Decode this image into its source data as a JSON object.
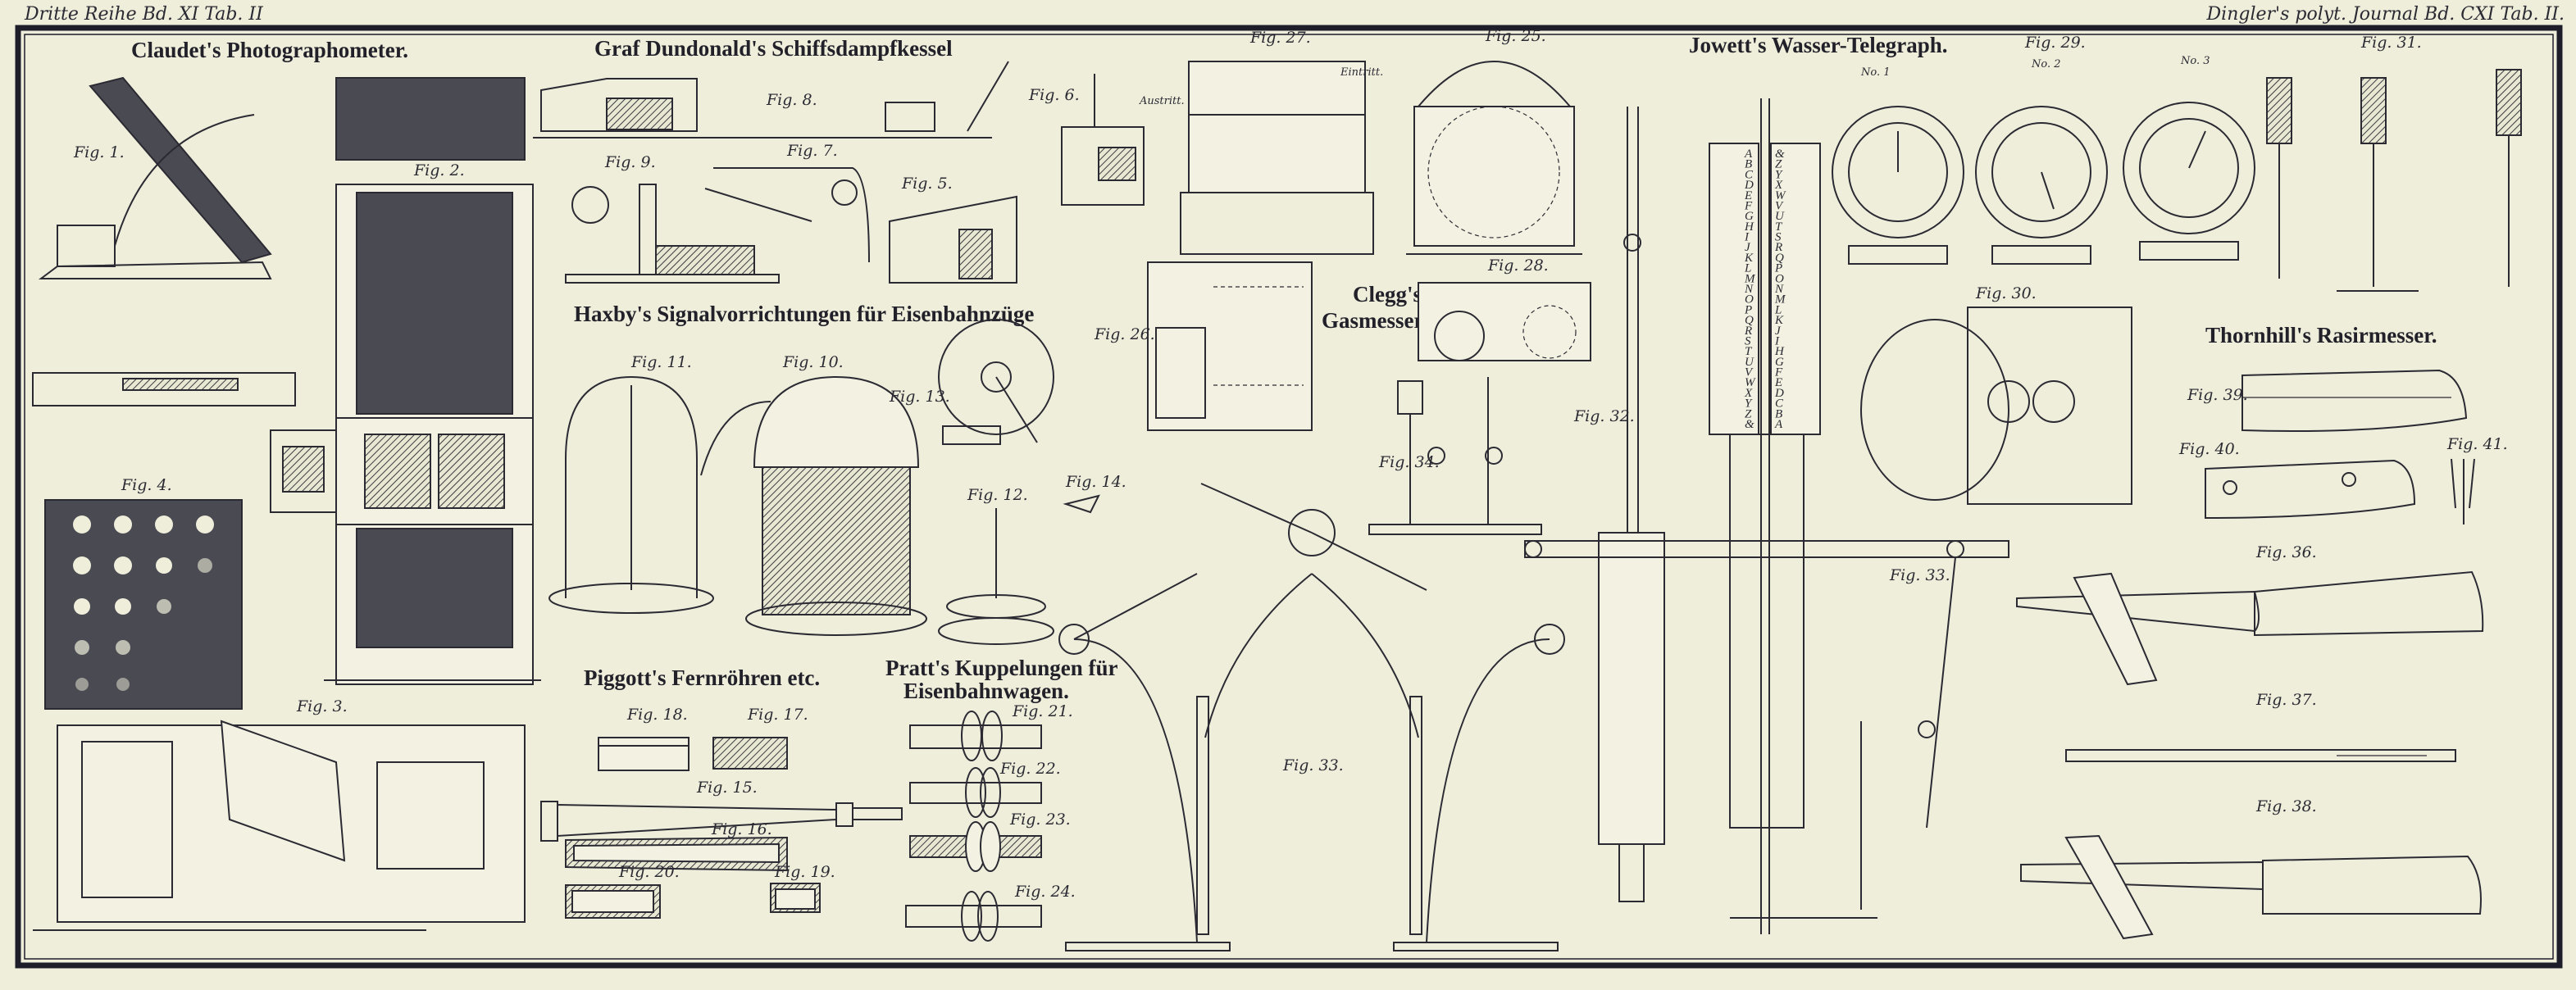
{
  "header": {
    "left": "Dritte Reihe Bd. XI  Tab. II",
    "right": "Dingler's polyt. Journal Bd. CXI Tab. II."
  },
  "titles": {
    "claudet": "Claudet's Photographometer.",
    "dundonald": "Graf Dundonald's Schiffsdampfkessel",
    "jowett": "Jowett's Wasser-Telegraph.",
    "haxby": "Haxby's Signalvorrichtungen für Eisenbahnzüge",
    "clegg_1": "Clegg's",
    "clegg_2": "Gasmesser.",
    "thornhill": "Thornhill's Rasirmesser.",
    "piggott": "Piggott's Fernröhren etc.",
    "pratt_1": "Pratt's Kuppelungen für",
    "pratt_2": "Eisenbahnwagen."
  },
  "figures": {
    "f1": "Fig. 1.",
    "f2": "Fig. 2.",
    "f3": "Fig. 3.",
    "f4": "Fig. 4.",
    "f5": "Fig. 5.",
    "f6": "Fig. 6.",
    "f7": "Fig. 7.",
    "f8": "Fig. 8.",
    "f9": "Fig. 9.",
    "f10": "Fig. 10.",
    "f11": "Fig. 11.",
    "f12": "Fig. 12.",
    "f13": "Fig. 13.",
    "f14": "Fig. 14.",
    "f15": "Fig. 15.",
    "f16": "Fig. 16.",
    "f17": "Fig. 17.",
    "f18": "Fig. 18.",
    "f19": "Fig. 19.",
    "f20": "Fig. 20.",
    "f21": "Fig. 21.",
    "f22": "Fig. 22.",
    "f23": "Fig. 23.",
    "f24": "Fig. 24.",
    "f25": "Fig. 25.",
    "f26": "Fig. 26.",
    "f27": "Fig. 27.",
    "f28": "Fig. 28.",
    "f29": "Fig. 29.",
    "f30": "Fig. 30.",
    "f31": "Fig. 31.",
    "f32": "Fig. 32.",
    "f33a": "Fig. 33.",
    "f33b": "Fig. 33.",
    "f34": "Fig. 34.",
    "f36": "Fig. 36.",
    "f37": "Fig. 37.",
    "f38": "Fig. 38.",
    "f39": "Fig. 39.",
    "f40": "Fig. 40.",
    "f41": "Fig. 41."
  },
  "dial_numbers": {
    "n1": "No. 1",
    "n2": "No. 2",
    "n3": "No. 3"
  },
  "annotations": {
    "eintritt": "Eintritt.",
    "austritt": "Austritt."
  },
  "telegraph_letters": [
    "A",
    "B",
    "C",
    "D",
    "E",
    "F",
    "G",
    "H",
    "I",
    "J",
    "K",
    "L",
    "M",
    "N",
    "O",
    "P",
    "Q",
    "R",
    "S",
    "T",
    "U",
    "V",
    "W",
    "X",
    "Y",
    "Z",
    "&"
  ]
}
